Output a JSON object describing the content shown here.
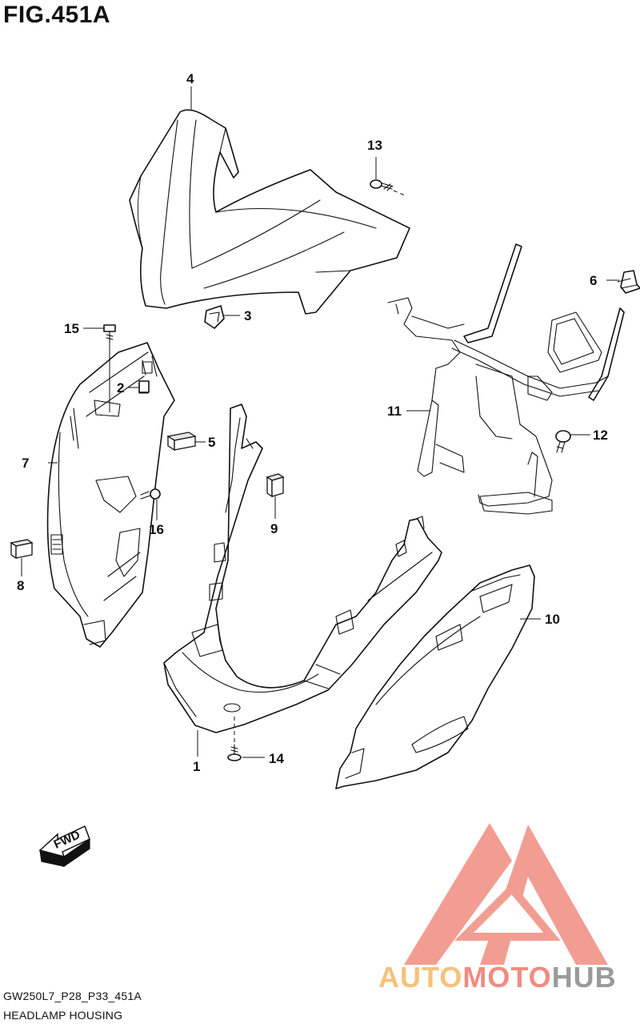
{
  "figure": {
    "title": "FIG.451A",
    "code": "GW250L7_P28_P33_451A",
    "name": "HEADLAMP HOUSING"
  },
  "callouts": [
    "1",
    "2",
    "3",
    "4",
    "5",
    "6",
    "7",
    "8",
    "9",
    "10",
    "11",
    "12",
    "13",
    "14",
    "15",
    "16"
  ],
  "fwd_label": "FWD",
  "watermark": {
    "part1": "AUTO",
    "part2": "MOTO",
    "part3": "HUB",
    "colors": {
      "auto": "#f5c27a",
      "moto": "#f08c80",
      "hub": "#9a9a9a"
    }
  }
}
